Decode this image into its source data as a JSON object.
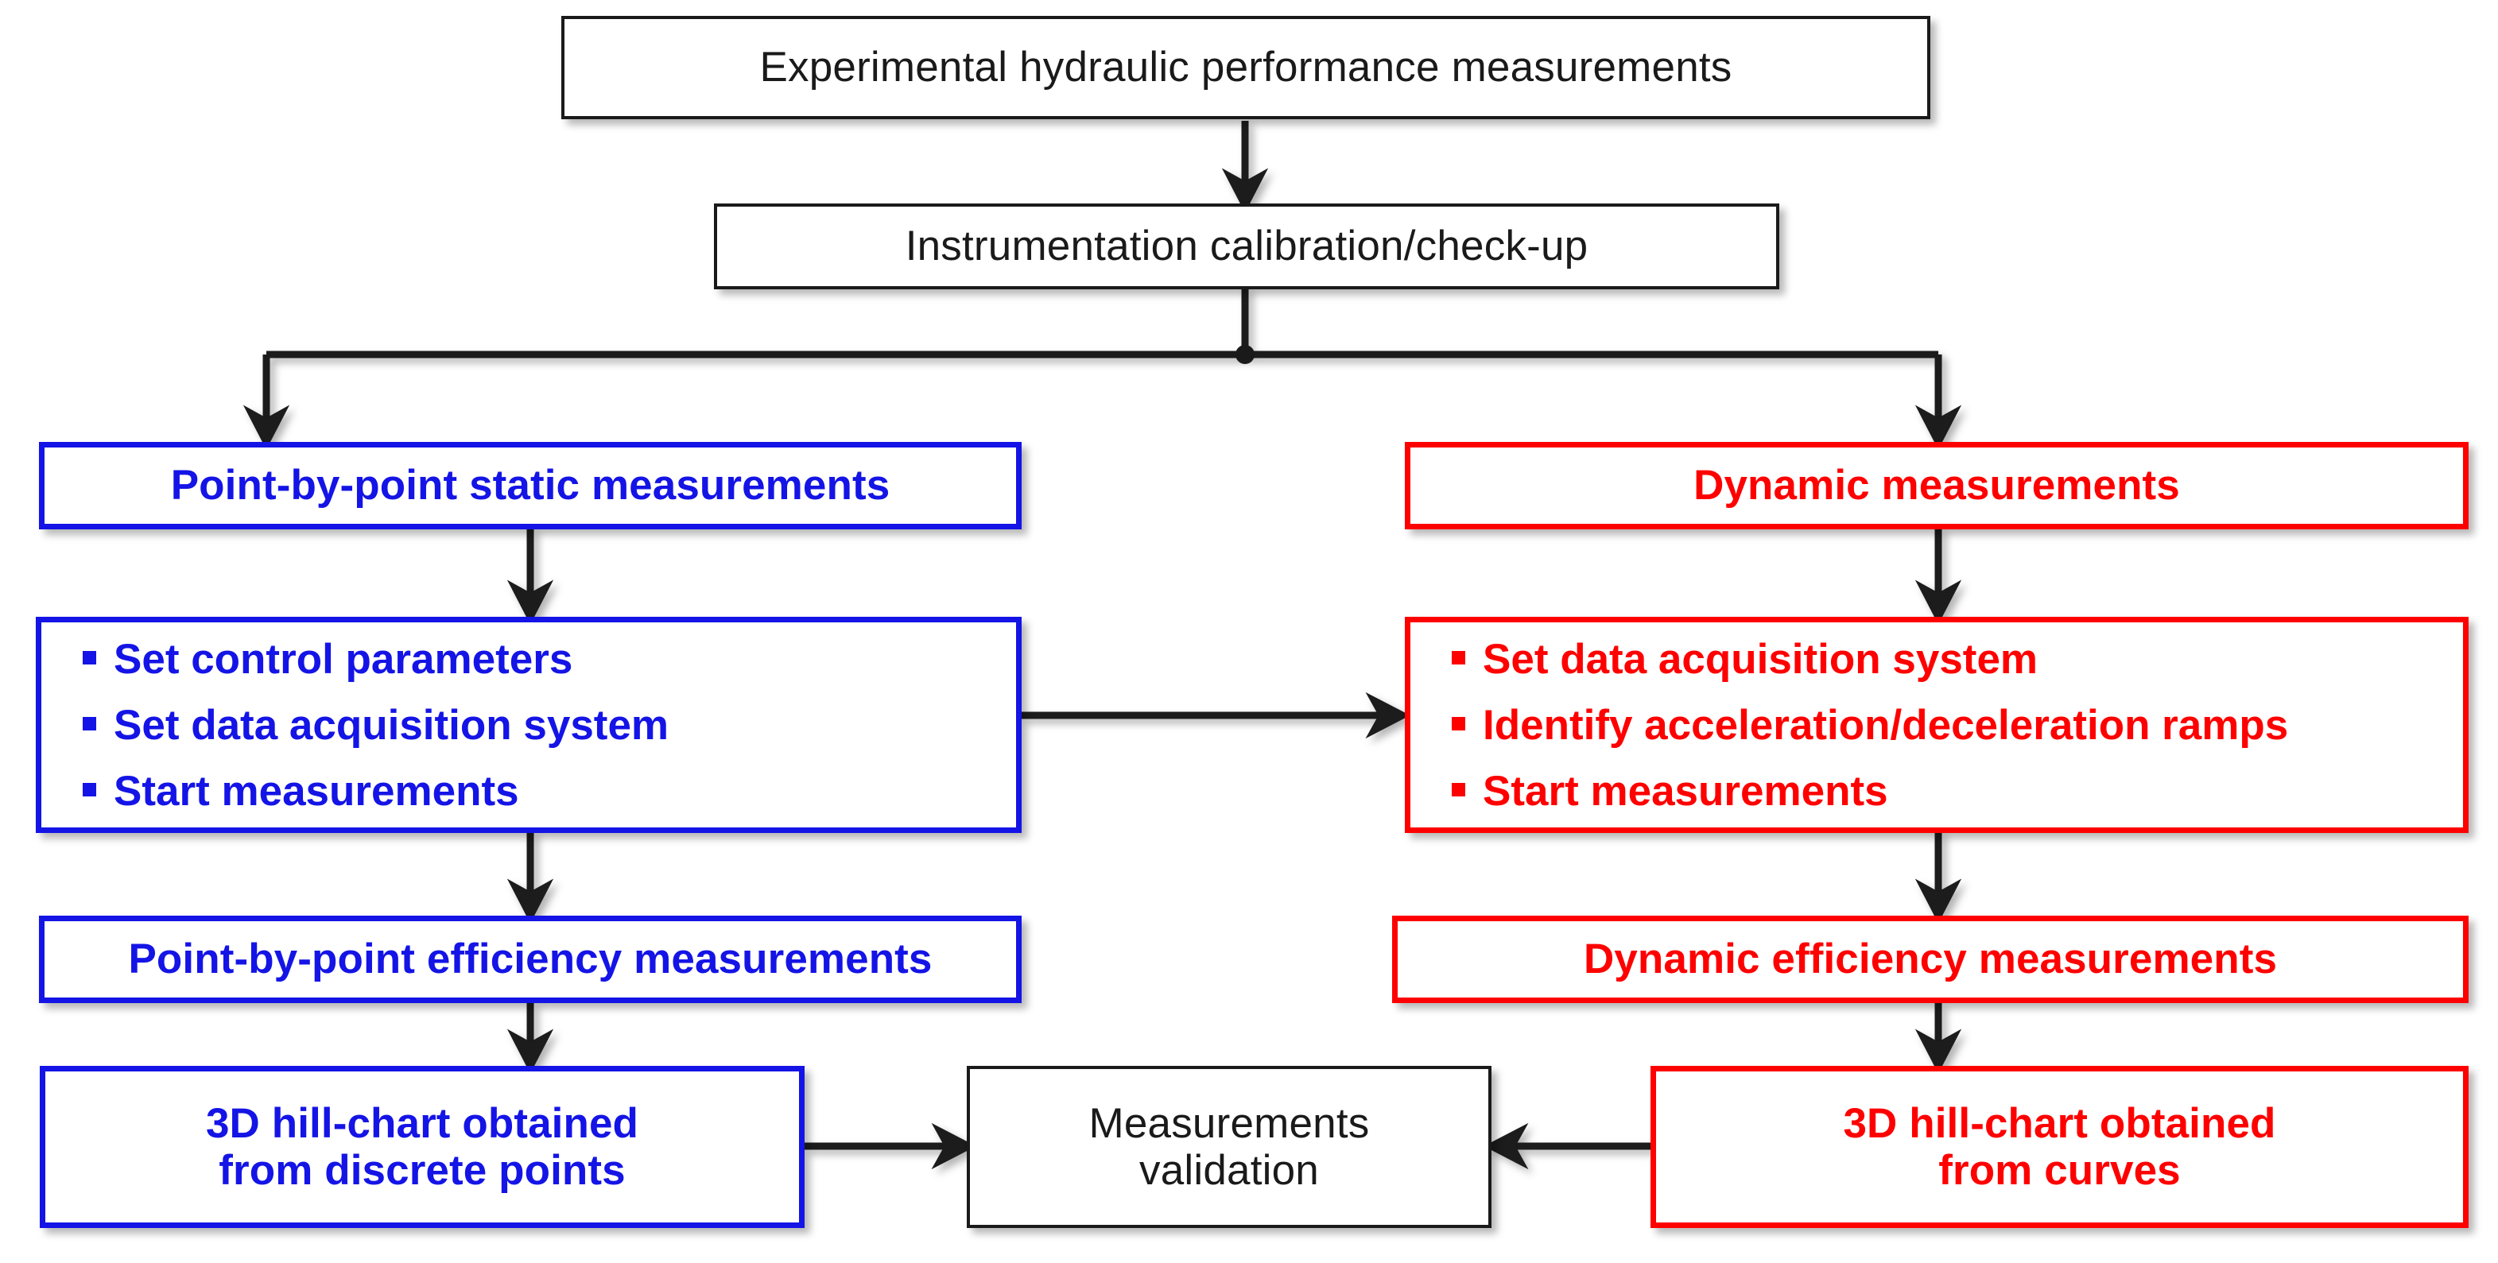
{
  "diagram": {
    "title_text": "Experimental hydraulic performance measurements flowchart",
    "colors": {
      "black": "#1a1a1a",
      "blue": "#1414e6",
      "red": "#ff0000",
      "background": "#ffffff"
    },
    "nodes": {
      "experimental": {
        "label": "Experimental hydraulic performance measurements",
        "style": "black"
      },
      "instrumentation": {
        "label": "Instrumentation calibration/check-up",
        "style": "black"
      },
      "static_header": {
        "label": "Point-by-point static measurements",
        "style": "blue"
      },
      "dynamic_header": {
        "label": "Dynamic measurements",
        "style": "red"
      },
      "static_steps": {
        "style": "blue",
        "items": [
          "Set control parameters",
          "Set data acquisition system",
          "Start measurements"
        ]
      },
      "dynamic_steps": {
        "style": "red",
        "items": [
          "Set data acquisition system",
          "Identify acceleration/deceleration ramps",
          "Start measurements"
        ]
      },
      "static_efficiency": {
        "label": "Point-by-point efficiency measurements",
        "style": "blue"
      },
      "dynamic_efficiency": {
        "label": "Dynamic efficiency measurements",
        "style": "red"
      },
      "hill_discrete": {
        "label": "3D hill-chart obtained\nfrom discrete points",
        "style": "blue"
      },
      "hill_curves": {
        "label": "3D hill-chart obtained\nfrom curves",
        "style": "red"
      },
      "validation": {
        "label": "Measurements\nvalidation",
        "style": "black"
      }
    },
    "connectors": [
      {
        "name": "experimental-to-instrumentation",
        "kind": "arrow-down"
      },
      {
        "name": "instrumentation-split-junction",
        "kind": "junction-dot"
      },
      {
        "name": "split-to-static-header",
        "kind": "arrow-down"
      },
      {
        "name": "split-to-dynamic-header",
        "kind": "arrow-down"
      },
      {
        "name": "static-header-to-static-steps",
        "kind": "arrow-down"
      },
      {
        "name": "dynamic-header-to-dynamic-steps",
        "kind": "arrow-down"
      },
      {
        "name": "static-steps-to-dynamic-steps",
        "kind": "arrow-right"
      },
      {
        "name": "static-steps-to-static-efficiency",
        "kind": "arrow-down"
      },
      {
        "name": "dynamic-steps-to-dynamic-efficiency",
        "kind": "arrow-down"
      },
      {
        "name": "static-efficiency-to-hill-discrete",
        "kind": "arrow-down"
      },
      {
        "name": "dynamic-efficiency-to-hill-curves",
        "kind": "arrow-down"
      },
      {
        "name": "hill-discrete-to-validation",
        "kind": "arrow-right"
      },
      {
        "name": "hill-curves-to-validation",
        "kind": "arrow-left"
      }
    ]
  }
}
